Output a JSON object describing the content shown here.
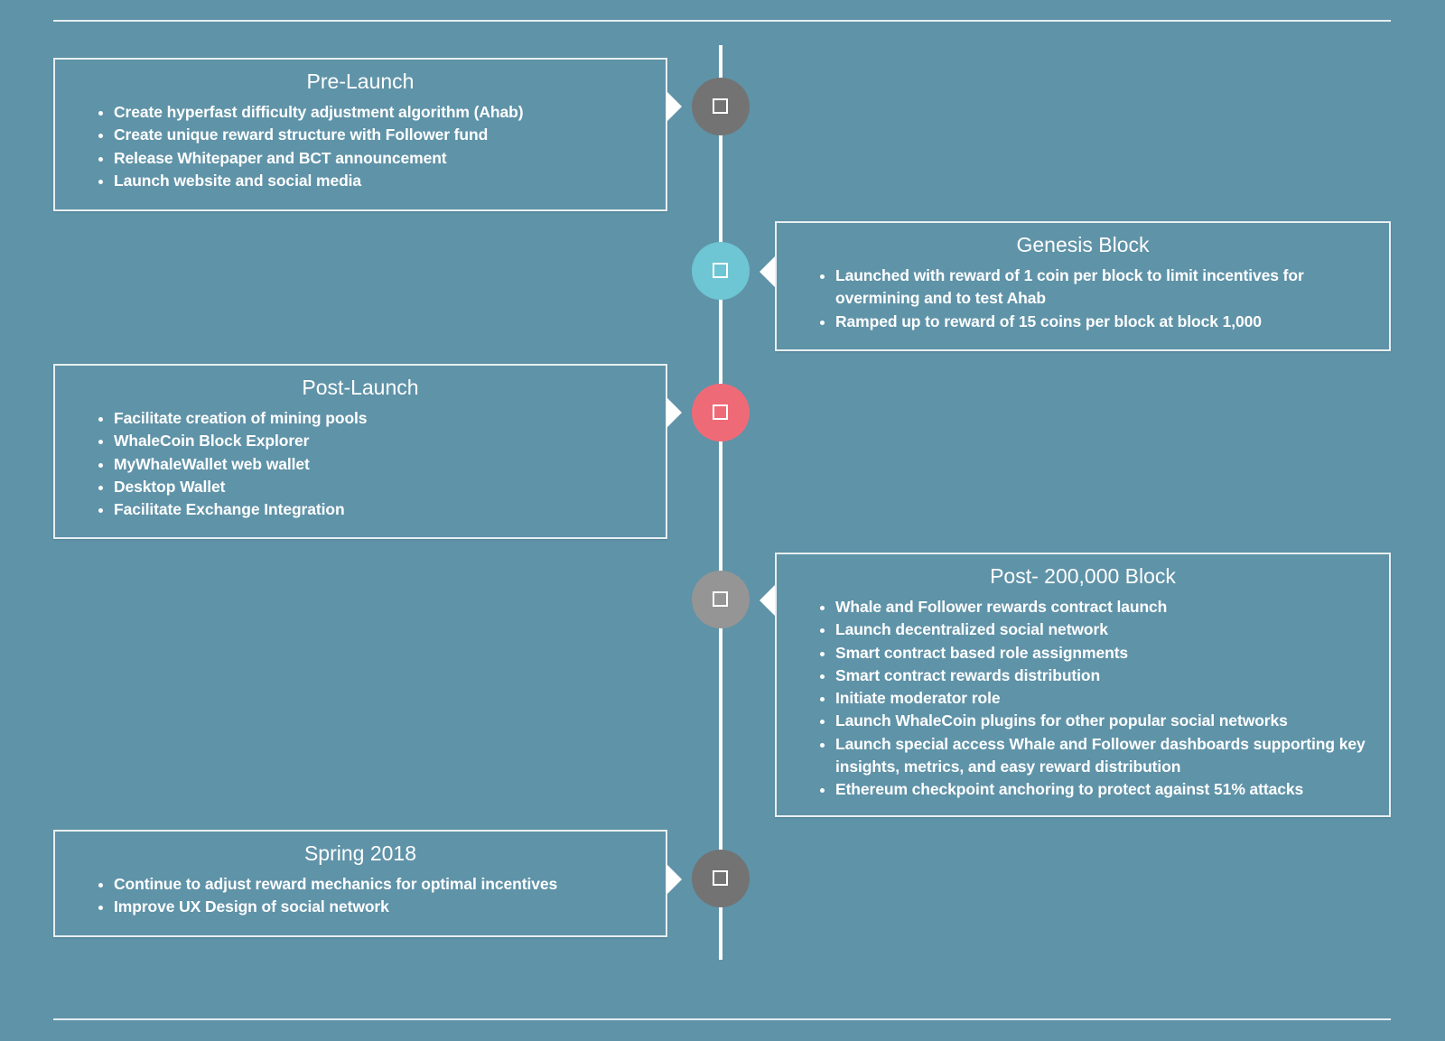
{
  "colors": {
    "background": "#5f93a8",
    "line": "#ffffff",
    "card_border": "#e8eff2",
    "marker_dark": "#737373",
    "marker_teal": "#6ec5d3",
    "marker_red": "#ef6a77",
    "marker_gray": "#959595"
  },
  "milestones": [
    {
      "title": "Pre-Launch",
      "side": "left",
      "marker_color": "#737373",
      "icon": "square-icon",
      "items": [
        "Create hyperfast difficulty adjustment algorithm (Ahab)",
        "Create unique reward structure with Follower fund",
        "Release Whitepaper and BCT announcement",
        "Launch website and social media"
      ]
    },
    {
      "title": "Genesis Block",
      "side": "right",
      "marker_color": "#6ec5d3",
      "icon": "square-icon",
      "items": [
        "Launched with reward of 1 coin per block to limit incentives for overmining and to test Ahab",
        "Ramped up to reward of 15 coins per block at block 1,000"
      ]
    },
    {
      "title": "Post-Launch",
      "side": "left",
      "marker_color": "#ef6a77",
      "icon": "square-icon",
      "items": [
        "Facilitate creation of mining pools",
        "WhaleCoin Block Explorer",
        "MyWhaleWallet web wallet",
        "Desktop Wallet",
        "Facilitate Exchange Integration"
      ]
    },
    {
      "title": "Post- 200,000 Block",
      "side": "right",
      "marker_color": "#959595",
      "icon": "square-icon",
      "items": [
        "Whale and Follower rewards contract launch",
        "Launch decentralized social network",
        "Smart contract based role assignments",
        "Smart contract rewards distribution",
        "Initiate moderator role",
        "Launch WhaleCoin plugins for other popular social networks",
        "Launch special access Whale and Follower dashboards supporting key insights, metrics, and easy reward distribution",
        "Ethereum checkpoint anchoring to protect against 51% attacks"
      ]
    },
    {
      "title": "Spring 2018",
      "side": "left",
      "marker_color": "#737373",
      "icon": "square-icon",
      "items": [
        "Continue to adjust reward mechanics for optimal incentives",
        "Improve UX Design of social network"
      ]
    }
  ]
}
